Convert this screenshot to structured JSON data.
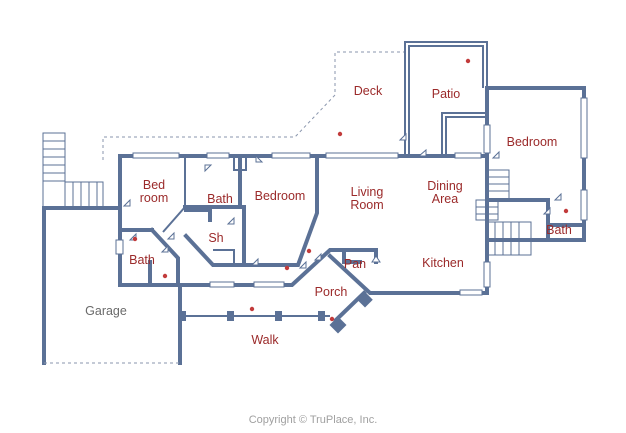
{
  "rooms": {
    "deck": "Deck",
    "patio": "Patio",
    "bedroom_east": "Bedroom",
    "bed_room_1": "Bed",
    "bed_room_2": "room",
    "bath_upper": "Bath",
    "bedroom_center": "Bedroom",
    "living_1": "Living",
    "living_2": "Room",
    "dining_1": "Dining",
    "dining_2": "Area",
    "shower": "Sh",
    "bath_east": "Bath",
    "bath_west": "Bath",
    "pantry": "Pan",
    "kitchen": "Kitchen",
    "porch": "Porch",
    "garage": "Garage",
    "walk": "Walk"
  },
  "copyright": "Copyright © TruPlace, Inc.",
  "colors": {
    "wall": "#5b7196",
    "label": "#9b2a2a",
    "dot": "#c23b3b",
    "garage_label": "#6a6a6a"
  }
}
